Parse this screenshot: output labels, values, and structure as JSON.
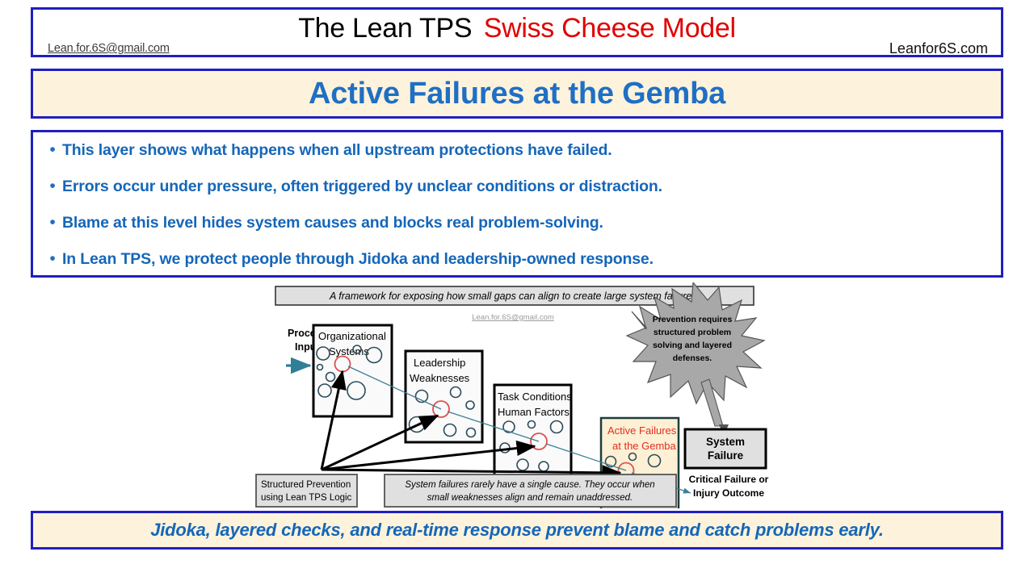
{
  "header": {
    "email": "Lean.for.6S@gmail.com",
    "title_black": "The Lean TPS",
    "title_red": "Swiss Cheese Model",
    "site": "Leanfor6S.com",
    "border_color": "#1f1fbf",
    "red_color": "#e00000"
  },
  "title_banner": {
    "text": "Active Failures at the Gemba",
    "text_color": "#1f6fc4",
    "background": "#fdf3dc"
  },
  "bullets": {
    "items": [
      "This layer shows what happens when all upstream protections have failed.",
      "Errors occur under pressure, often triggered by unclear conditions or distraction.",
      "Blame at this level hides system causes and blocks real problem-solving.",
      "In Lean TPS, we protect people through Jidoka and leadership-owned response."
    ],
    "marker": "•",
    "text_color": "#1566b8"
  },
  "diagram": {
    "caption_top": "A framework for exposing how small gaps can align to create large system failures.",
    "watermark": "Lean.for.6S@gmail.com",
    "process_inputs_line1": "Process",
    "process_inputs_line2": "Inputs",
    "arrow_color": "#2f7f96",
    "slices": [
      {
        "line1": "Organizational",
        "line2": "Systems",
        "fill": "#fafafa",
        "text_color": "#000000"
      },
      {
        "line1": "Leadership",
        "line2": "Weaknesses",
        "fill": "#fafafa",
        "text_color": "#000000"
      },
      {
        "line1": "Task Conditions",
        "line2": "Human Factors",
        "fill": "#fafafa",
        "text_color": "#000000"
      },
      {
        "line1": "Active Failures",
        "line2": "at the Gemba",
        "fill": "#fdf0d5",
        "text_color": "#e03020"
      }
    ],
    "star_callout": [
      "Prevention requires",
      "structured problem",
      "solving and layered",
      "defenses."
    ],
    "star_fill": "#a8a8a8",
    "system_failure_line1": "System",
    "system_failure_line2": "Failure",
    "outcome_line1": "Critical Failure or",
    "outcome_line2": "Injury Outcome",
    "prevention_box_line1": "Structured Prevention",
    "prevention_box_line2": "using Lean TPS Logic",
    "note_box_line1": "System failures rarely have a single cause. They occur when",
    "note_box_line2": "small weaknesses align and remain unaddressed.",
    "box_fill": "#e0e0e0",
    "hole_color": "#2b4b5a",
    "aligned_hole_color": "#e05050"
  },
  "footer": {
    "text": "Jidoka, layered checks, and real-time response prevent blame and catch problems early.",
    "text_color": "#1566b8",
    "background": "#fdf3dc"
  }
}
